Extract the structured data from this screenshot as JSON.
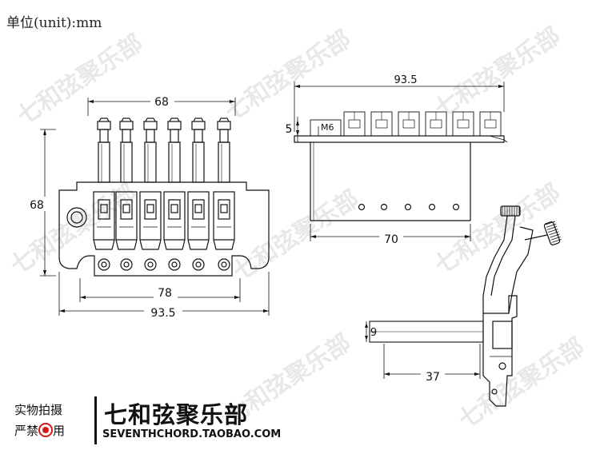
{
  "unit_label": "单位(unit):mm",
  "watermark": "七和弦聚乐部",
  "brand": {
    "notice_line1": "实物拍摄",
    "notice_line2_pre": "严禁",
    "notice_line2_post": "用",
    "name": "七和弦聚乐部",
    "site": "SEVENTHCHORD.TAOBAO.COM"
  },
  "front_view": {
    "dims": {
      "top_width": "68",
      "height": "68",
      "inner_width": "78",
      "overall_width": "93.5"
    }
  },
  "side_view": {
    "dims": {
      "overall_length": "93.5",
      "thickness": "5",
      "thread": "M6",
      "arm_length": "70"
    }
  },
  "detail_view": {
    "dims": {
      "height": "9",
      "length": "37"
    }
  },
  "colors": {
    "line": "#111111",
    "watermark": "#969696",
    "seal": "#d21a1a"
  }
}
